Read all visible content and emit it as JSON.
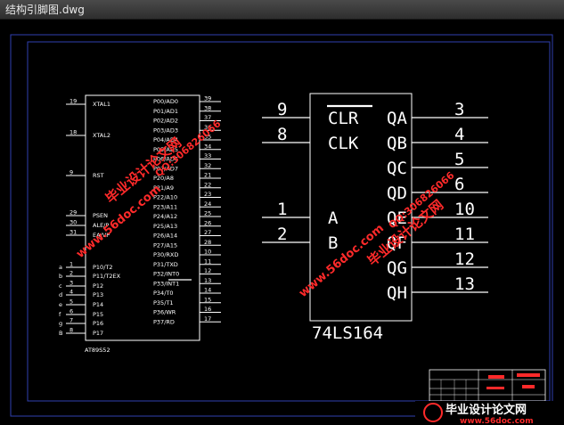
{
  "window": {
    "title": "结构引脚图.dwg"
  },
  "mcu": {
    "part": "AT89S52",
    "left_pins": [
      {
        "n": "19",
        "label": "XTAL1"
      },
      {
        "n": "18",
        "label": "XTAL2"
      },
      {
        "n": "9",
        "label": "RST"
      },
      {
        "n": "29",
        "label": "PSEN"
      },
      {
        "n": "30",
        "label": "ALE/P"
      },
      {
        "n": "31",
        "label": "EA/VP"
      },
      {
        "n": "1",
        "label": "P10/T2",
        "side": "a"
      },
      {
        "n": "2",
        "label": "P11/T2EX",
        "side": "b"
      },
      {
        "n": "3",
        "label": "P12",
        "side": "c"
      },
      {
        "n": "4",
        "label": "P13",
        "side": "d"
      },
      {
        "n": "5",
        "label": "P14",
        "side": "e"
      },
      {
        "n": "6",
        "label": "P15",
        "side": "f"
      },
      {
        "n": "7",
        "label": "P16",
        "side": "g"
      },
      {
        "n": "8",
        "label": "P17",
        "side": "B"
      }
    ],
    "right_pins": [
      {
        "n": "39",
        "label": "P00/AD0"
      },
      {
        "n": "38",
        "label": "P01/AD1"
      },
      {
        "n": "37",
        "label": "P02/AD2"
      },
      {
        "n": "36",
        "label": "P03/AD3"
      },
      {
        "n": "35",
        "label": "P04/AD4"
      },
      {
        "n": "34",
        "label": "P05/AD5"
      },
      {
        "n": "33",
        "label": "P06/AD6"
      },
      {
        "n": "32",
        "label": "P07/AD7"
      },
      {
        "n": "21",
        "label": "P20/A8"
      },
      {
        "n": "22",
        "label": "P21/A9"
      },
      {
        "n": "23",
        "label": "P22/A10"
      },
      {
        "n": "24",
        "label": "P23/A11"
      },
      {
        "n": "25",
        "label": "P24/A12"
      },
      {
        "n": "26",
        "label": "P25/A13"
      },
      {
        "n": "27",
        "label": "P26/A14"
      },
      {
        "n": "28",
        "label": "P27/A15"
      },
      {
        "n": "10",
        "label": "P30/RXD"
      },
      {
        "n": "11",
        "label": "P31/TXD"
      },
      {
        "n": "12",
        "label": "P32/INT0"
      },
      {
        "n": "13",
        "label": "P33/INT1"
      },
      {
        "n": "14",
        "label": "P34/T0"
      },
      {
        "n": "15",
        "label": "P35/T1"
      },
      {
        "n": "16",
        "label": "P36/WR"
      },
      {
        "n": "17",
        "label": "P37/RD"
      }
    ]
  },
  "shift_register": {
    "part": "74LS164",
    "left_pins": [
      {
        "n": "9",
        "label": "CLR"
      },
      {
        "n": "8",
        "label": "CLK"
      },
      {
        "n": "1",
        "label": "A"
      },
      {
        "n": "2",
        "label": "B"
      }
    ],
    "right_pins": [
      {
        "n": "3",
        "label": "QA"
      },
      {
        "n": "4",
        "label": "QB"
      },
      {
        "n": "5",
        "label": "QC"
      },
      {
        "n": "6",
        "label": "QD"
      },
      {
        "n": "10",
        "label": "QE"
      },
      {
        "n": "11",
        "label": "QF"
      },
      {
        "n": "12",
        "label": "QG"
      },
      {
        "n": "13",
        "label": "QH"
      }
    ]
  },
  "watermark": {
    "site": "www.56doc.com",
    "qq": "QQ:306826066",
    "cn": "毕业设计论文网",
    "footer_cn": "毕业设计论文网",
    "footer_url": "www.56doc.com"
  },
  "colors": {
    "background": "#000000",
    "line": "#ffffff",
    "frame": "#2f3fb0",
    "watermark": "#ff2a2a"
  }
}
